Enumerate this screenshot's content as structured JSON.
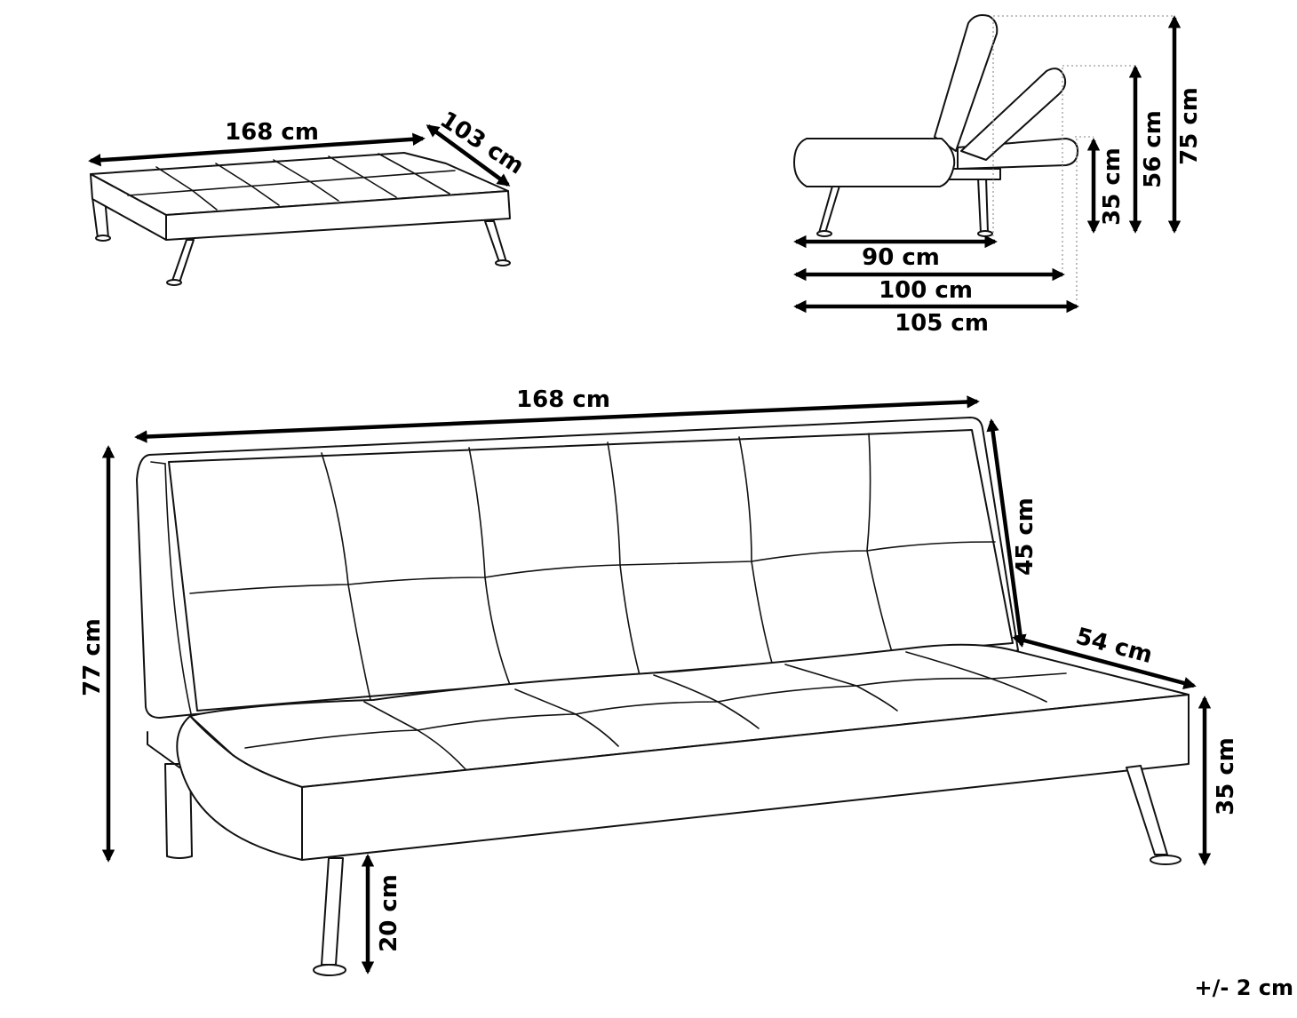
{
  "bed_view": {
    "width_label": "168 cm",
    "depth_label": "103 cm"
  },
  "side_view": {
    "height_labels": [
      "35 cm",
      "56 cm",
      "75 cm"
    ],
    "depth_labels": [
      "90 cm",
      "100 cm",
      "105 cm"
    ]
  },
  "front_view": {
    "width_label": "168 cm",
    "back_height_label": "45 cm",
    "seat_depth_label": "54 cm",
    "total_height_label": "77 cm",
    "seat_height_label": "35 cm",
    "leg_height_label": "20 cm"
  },
  "tolerance_note": "+/- 2 cm"
}
